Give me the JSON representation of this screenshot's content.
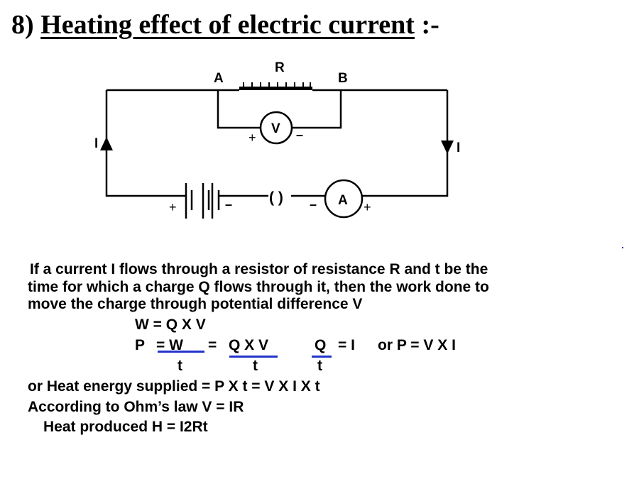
{
  "title": {
    "number": "8)",
    "heading": "Heating effect of electric current",
    "suffix": ":-"
  },
  "circuit": {
    "label_R": "R",
    "label_A": "A",
    "label_B": "B",
    "voltmeter": "V",
    "ammeter": "A",
    "current_left": "I",
    "current_right": "I",
    "plus": "+",
    "minus": "–",
    "key": "( )"
  },
  "text": {
    "para_line1": "If a current  I  flows through a resistor of resistance  R  and  t  be the",
    "para_line2": "time for which a charge  Q  flows through it, then the work done to",
    "para_line3": "move the charge through potential difference V",
    "eq1": "W = Q X V",
    "eq2_p": "P",
    "eq2_w": "= W",
    "eq2_eq": "=",
    "eq2_qxv": "Q X V",
    "eq2_q": "Q",
    "eq2_eqi": "= I",
    "eq2_or": "or  P = V X I",
    "denom1": "t",
    "denom2": "t",
    "denom3": "t",
    "heat_energy": "or Heat energy supplied = P X t  =  V X I X t",
    "ohms_law": "According to Ohm’s law  V = IR",
    "heat_produced": "Heat produced  H = I2Rt"
  }
}
